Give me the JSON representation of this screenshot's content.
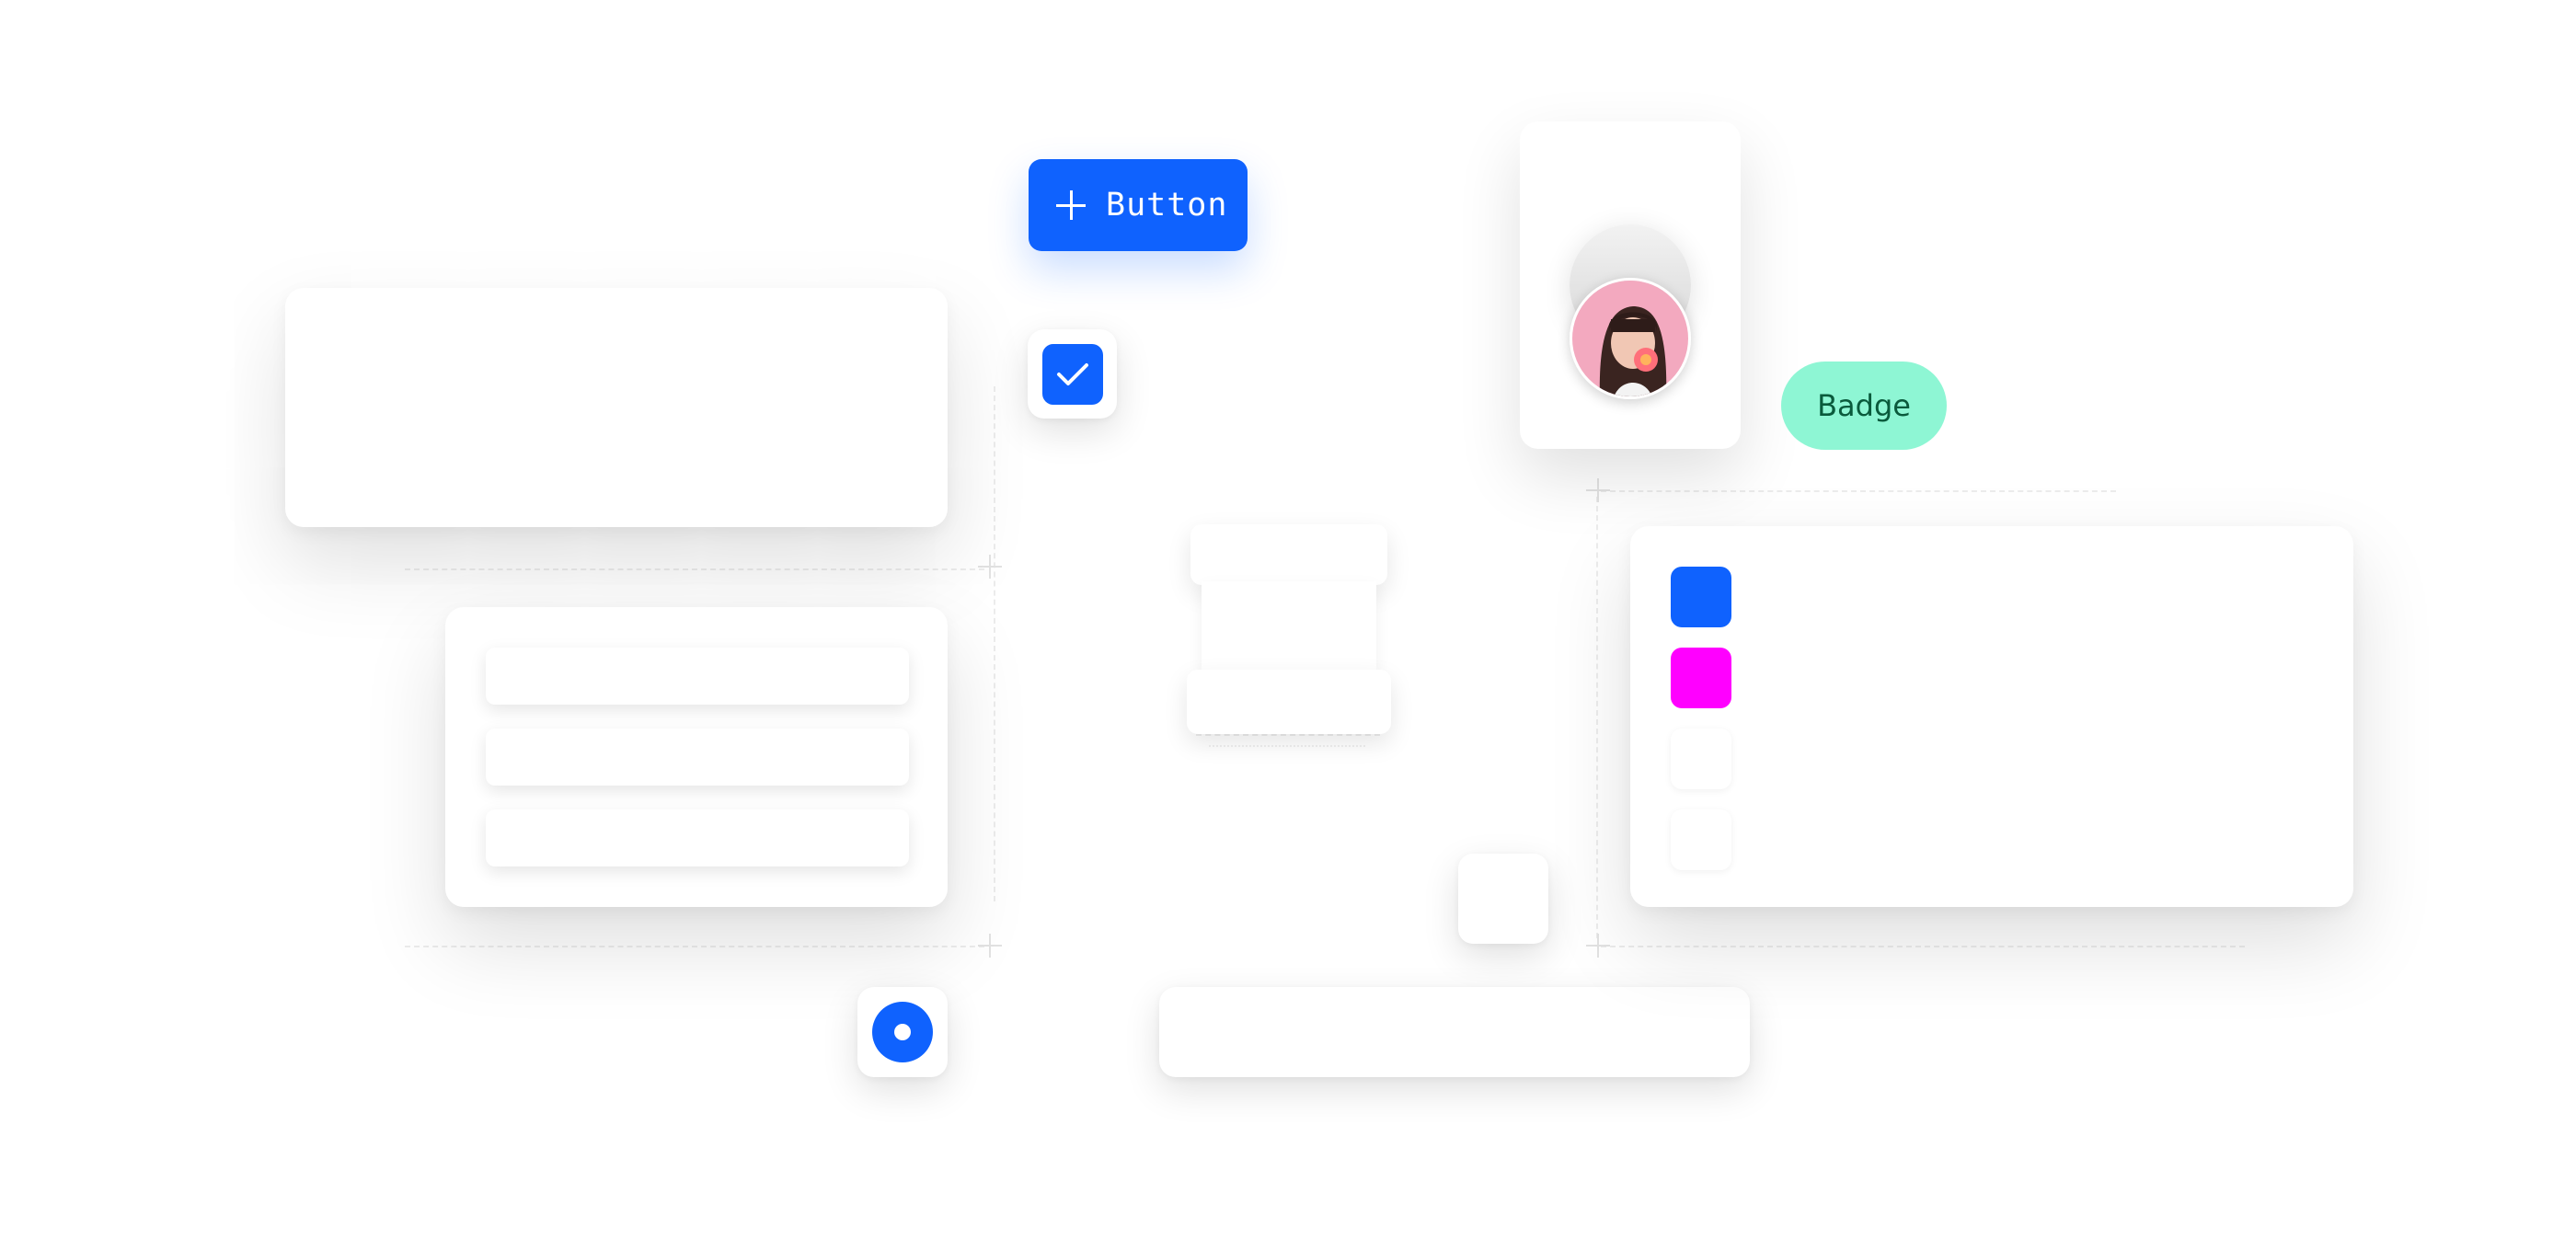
{
  "button": {
    "label": "Button",
    "icon": "plus-icon",
    "color": "#0f62fe"
  },
  "checkbox": {
    "checked": true,
    "icon": "checkmark-icon",
    "color": "#0f62fe"
  },
  "radio": {
    "selected": true,
    "color": "#0f62fe"
  },
  "badge": {
    "label": "Badge",
    "background": "#8ef6d4",
    "text_color": "#0a5a3c"
  },
  "swatches": {
    "colors": [
      "#0f62fe",
      "#ff00ff",
      "#ffffff",
      "#ffffff"
    ]
  },
  "list_card": {
    "row_count": 3
  }
}
